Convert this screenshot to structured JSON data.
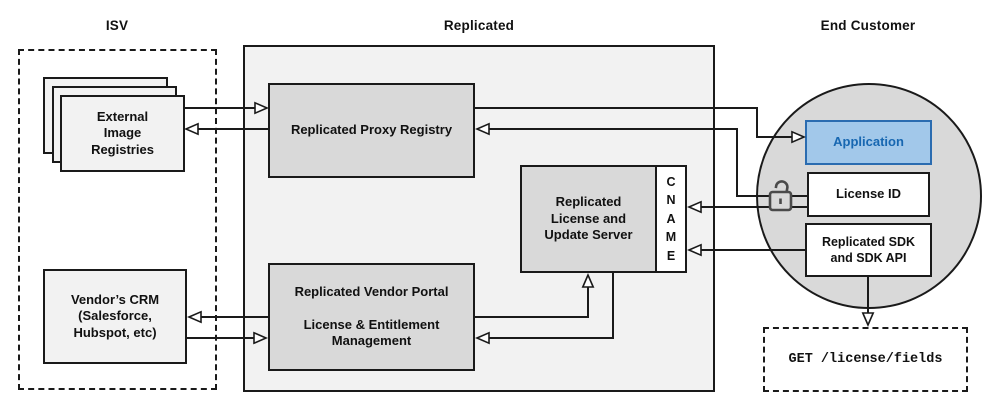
{
  "sections": {
    "isv": {
      "label": "ISV"
    },
    "replicated": {
      "label": "Replicated"
    },
    "end_customer": {
      "label": "End Customer"
    }
  },
  "nodes": {
    "external_registries": {
      "lines": [
        "External",
        "Image",
        "Registries"
      ]
    },
    "vendors_crm": {
      "lines": [
        "Vendor’s CRM",
        "(Salesforce,",
        "Hubspot, etc)"
      ]
    },
    "proxy_registry": {
      "label": "Replicated Proxy Registry"
    },
    "license_update_server": {
      "lines": [
        "Replicated",
        "License and",
        "Update Server"
      ]
    },
    "cname": {
      "letters": [
        "C",
        "N",
        "A",
        "M",
        "E"
      ]
    },
    "vendor_portal": {
      "title": "Replicated Vendor Portal",
      "lines": [
        "License & Entitlement",
        "Management"
      ]
    },
    "application": {
      "label": "Application"
    },
    "license_id": {
      "label": "License ID"
    },
    "replicated_sdk": {
      "lines": [
        "Replicated SDK",
        "and SDK API"
      ]
    },
    "get_endpoint": {
      "label": "GET /license/fields"
    }
  },
  "icons": {
    "lock": "unlocked-padlock"
  },
  "colors": {
    "accent_fill": "#a2c8ea",
    "accent_border": "#2b6cb0",
    "accent_text": "#1767b1",
    "container_fill": "#f2f2f2",
    "node_fill": "#d9d9d9",
    "line": "#1a1a1a"
  }
}
